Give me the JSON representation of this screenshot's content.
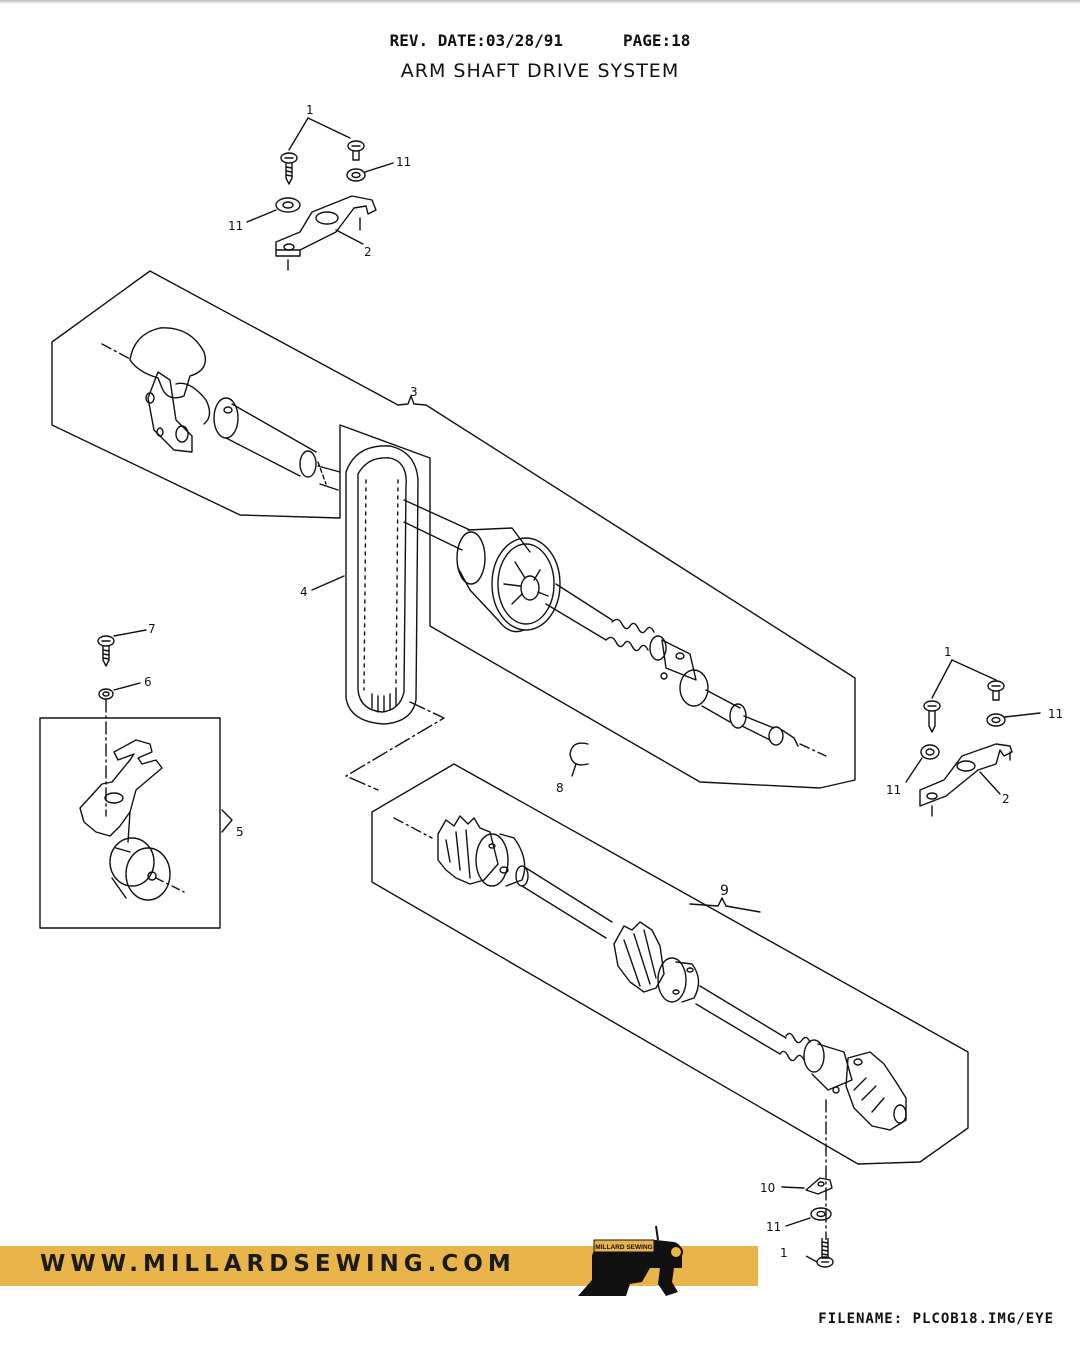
{
  "header": {
    "rev_date": "REV. DATE:03/28/91",
    "page": "PAGE:18",
    "title": "ARM SHAFT DRIVE SYSTEM"
  },
  "callouts": {
    "c1_top": "1",
    "c11_top_right": "11",
    "c11_top_left": "11",
    "c2_top": "2",
    "c3": "3",
    "c4": "4",
    "c7": "7",
    "c6": "6",
    "c5": "5",
    "c8": "8",
    "c1_right": "1",
    "c11_right_top": "11",
    "c11_right_bottom": "11",
    "c2_right": "2",
    "c9": "9",
    "c10": "10",
    "c11_bottom": "11",
    "c1_bottom": "1"
  },
  "banner": {
    "website": "WWW.MILLARDSEWING.COM",
    "logo_text": "MILLARD SEWING",
    "colors": {
      "banner": "#e9b54b",
      "logo": "#111111"
    }
  },
  "footer": {
    "filename": "FILENAME: PLCOB18.IMG/EYE"
  }
}
